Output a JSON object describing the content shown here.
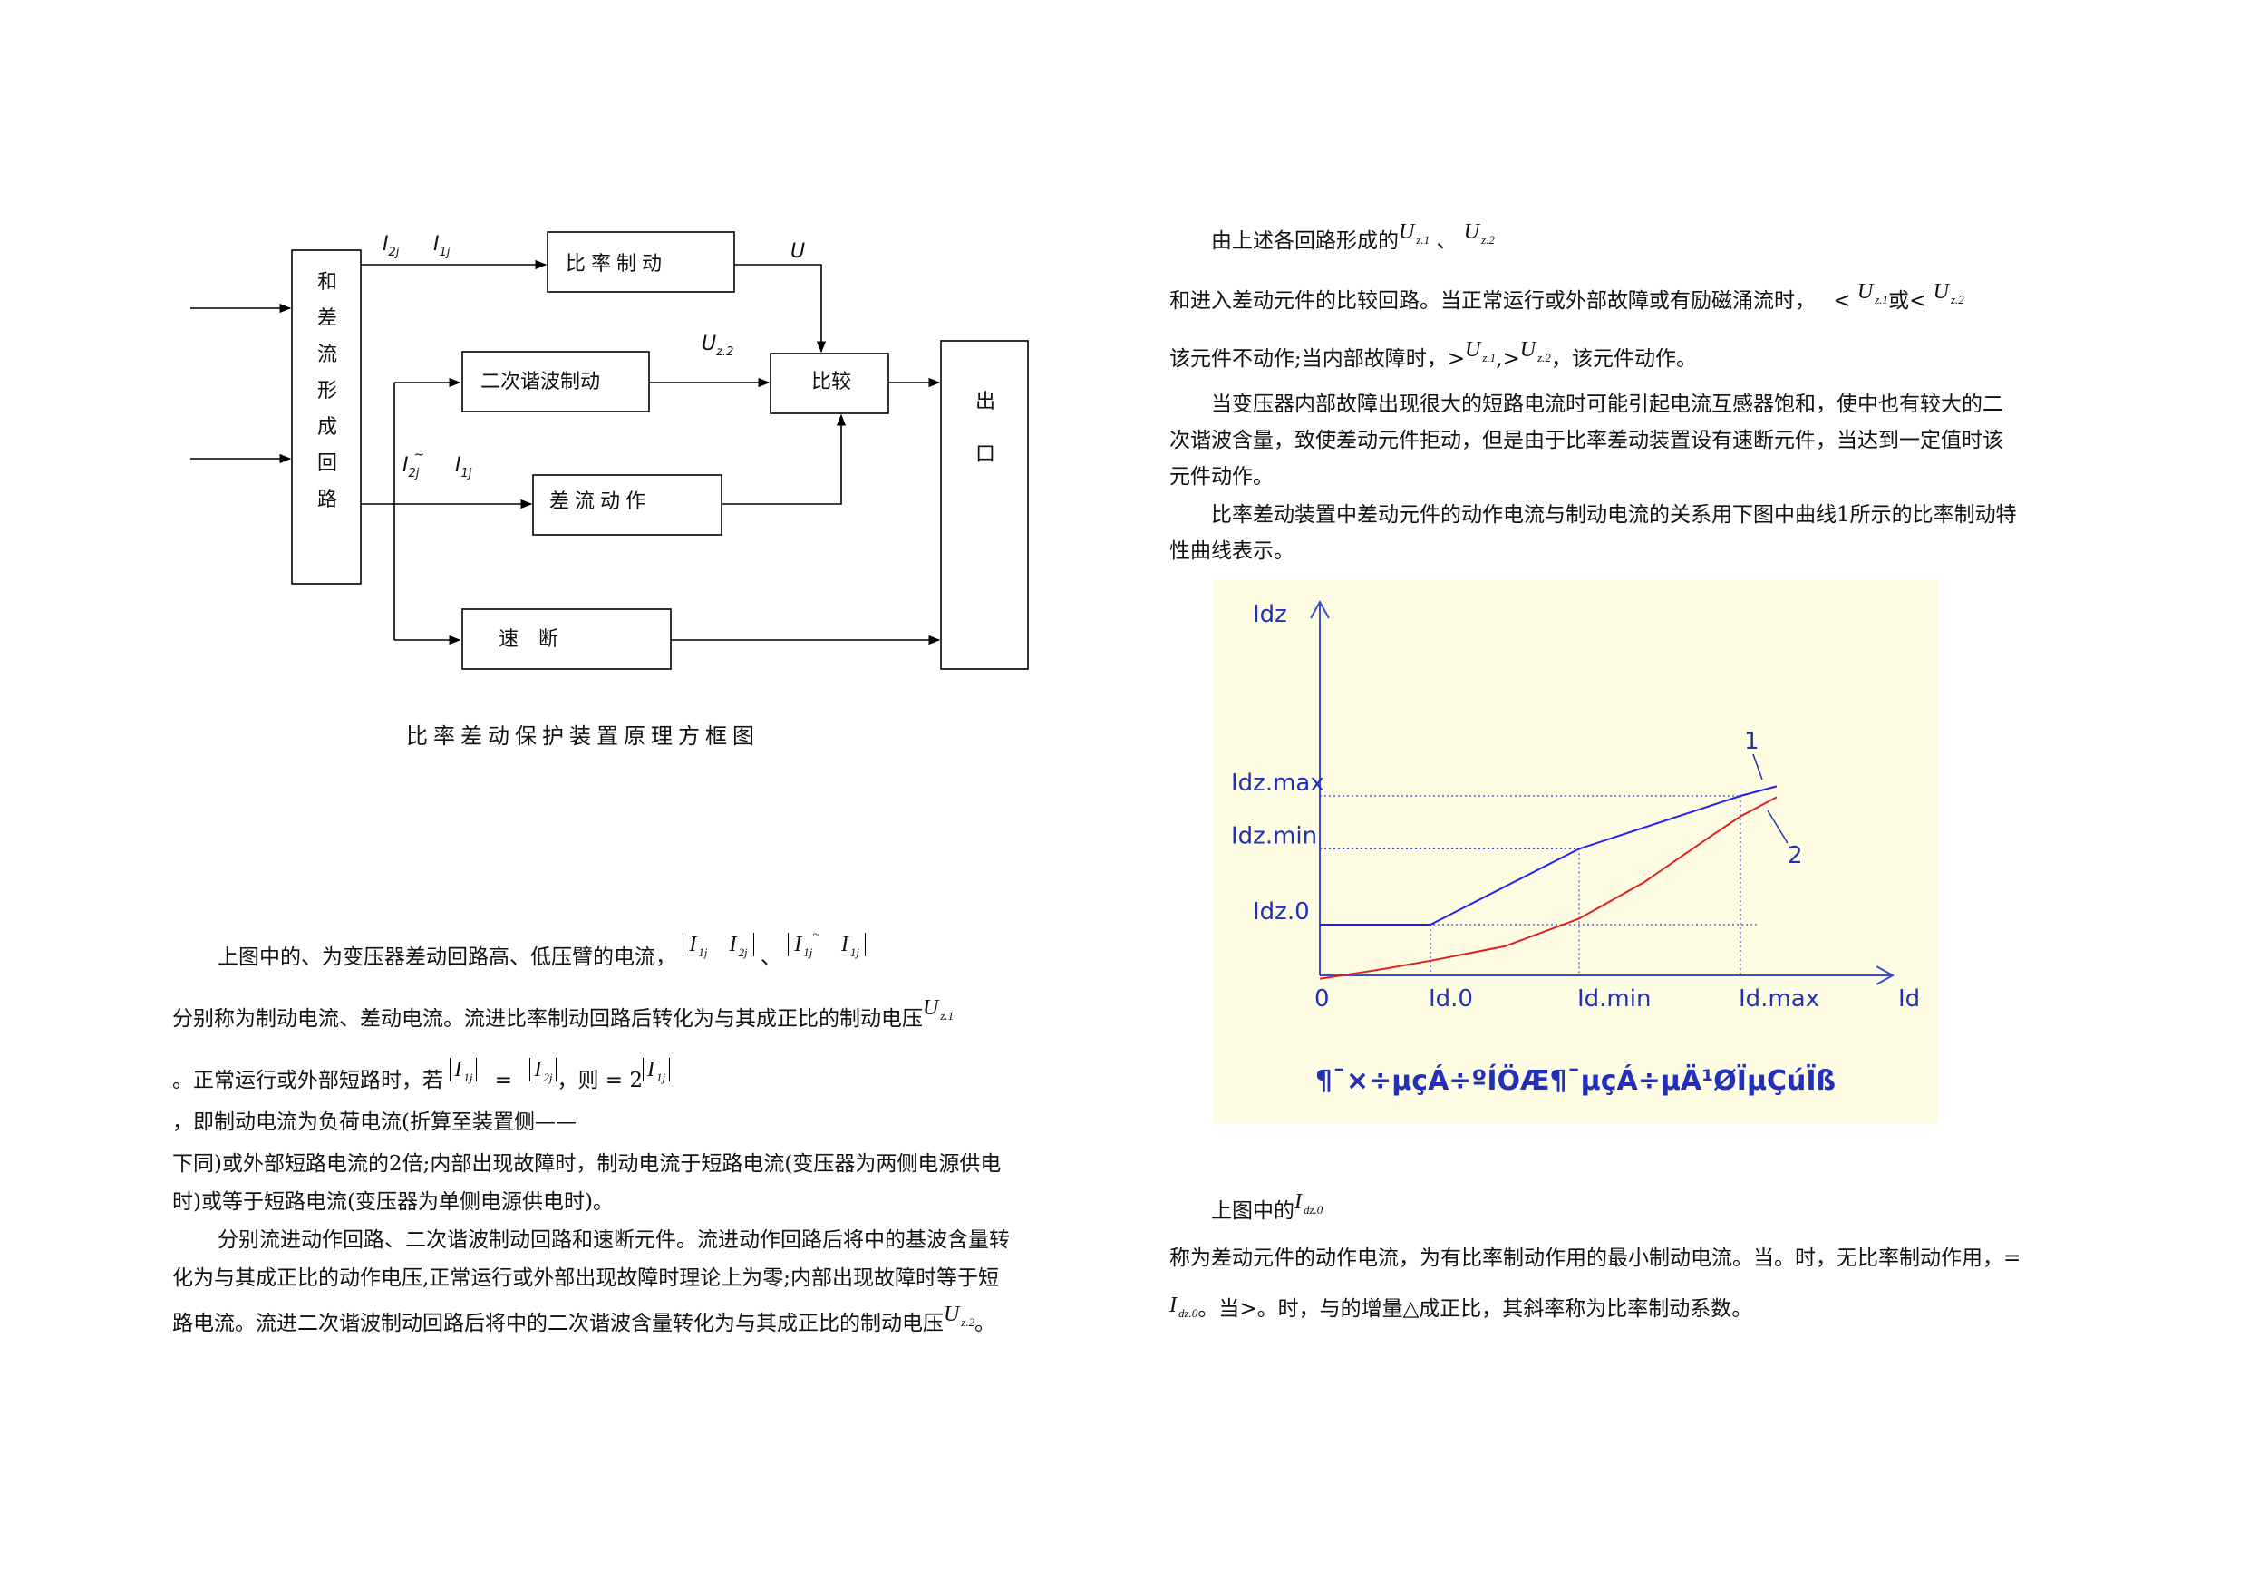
{
  "block_diagram": {
    "labels": {
      "he_cha_liu": "和差流形成回路",
      "bilv_zhidong": "比率制动",
      "erci_xiebo": "二次谐波制动",
      "bijiao": "比较",
      "chadong_dongzuo": "差流动作",
      "sudu_duan": "速　断",
      "chukou": "出口"
    },
    "signals": {
      "i2j": "I",
      "i2j_sub": "2j",
      "i1j": "I",
      "i1j_sub": "1j",
      "u_top": "U",
      "uz2": "U",
      "uz2_sub": "z.2",
      "i2j_b": "I",
      "i2j_b_sub": "2j",
      "i2j_b_tilde": "~",
      "i1j_b": "I",
      "i1j_b_sub": "1j"
    },
    "caption": "比率差动保护装置原理方框图"
  },
  "left_text": {
    "p1": "上图中的、为变压器差动回路高、低压臂的电流，",
    "p1_sep": "、",
    "abs1_a": "I",
    "abs1_a_sub": "1j",
    "abs1_b": "I",
    "abs1_b_sub": "2j",
    "abs2_a": "I",
    "abs2_a_sub": "1j",
    "abs2_tilde": "~",
    "abs2_b": "I",
    "abs2_b_sub": "1j",
    "p2": "分别称为制动电流、差动电流。流进比率制动回路后转化为与其成正比的制动电压",
    "p2_u": "U",
    "p2_u_sub": "z.1",
    "p3_a": "。正常运行或外部短路时，若",
    "p3_eq": "=",
    "p3_b": "，则 = 2",
    "p3_i1": "I",
    "p3_i1_sub": "1j",
    "p3_i2": "I",
    "p3_i2_sub": "2j",
    "p3_i3": "I",
    "p3_i3_sub": "1j",
    "p4": "，即制动电流为负荷电流(折算至装置侧——",
    "p5": "下同)或外部短路电流的2倍;内部出现故障时，制动电流于短路电流(变压器为两侧电源供电",
    "p6": "时)或等于短路电流(变压器为单侧电源供电时)。",
    "p7": "分别流进动作回路、二次谐波制动回路和速断元件。流进动作回路后将中的基波含量转",
    "p8": "化为与其成正比的动作电压,正常运行或外部出现故障时理论上为零;内部出现故障时等于短",
    "p9": "路电流。流进二次谐波制动回路后将中的二次谐波含量转化为与其成正比的制动电压",
    "p9_u": "U",
    "p9_u_sub": "z.2",
    "p9_end": "。"
  },
  "right_text": {
    "r1": "由上述各回路形成的",
    "r1_u1": "U",
    "r1_u1_sub": "z.1",
    "r1_sep": "、",
    "r1_u2": "U",
    "r1_u2_sub": "z.2",
    "r2": "和进入差动元件的比较回路。当正常运行或外部故障或有励磁涌流时，",
    "r2_lt": "<",
    "r2_u1": "U",
    "r2_u1_sub": "z.1",
    "r2_or": "或<",
    "r2_u2": "U",
    "r2_u2_sub": "z.2",
    "r3_a": "该元件不动作;当内部故障时，",
    "r3_gt1": ">",
    "r3_u1": "U",
    "r3_u1_sub": "z.1",
    "r3_comma": ",",
    "r3_gt2": ">",
    "r3_u2": "U",
    "r3_u2_sub": "z.2",
    "r3_b": "，该元件动作。",
    "r4": "当变压器内部故障出现很大的短路电流时可能引起电流互感器饱和，使中也有较大的二",
    "r5": "次谐波含量，致使差动元件拒动，但是由于比率差动装置设有速断元件，当达到一定值时该",
    "r6": "元件动作。",
    "r7": "比率差动装置中差动元件的动作电流与制动电流的关系用下图中曲线1所示的比率制动特",
    "r8": "性曲线表示。",
    "r9": "上图中的",
    "r9_i": "I",
    "r9_i_sub": "dz.0",
    "r10": "称为差动元件的动作电流，为有比率制动作用的最小制动电流。当。时，无比率制动作用，=",
    "r11_i": "I",
    "r11_i_sub": "dz.0",
    "r11": "。当>。时，与的增量△成正比，其斜率称为比率制动系数。"
  },
  "chart_data": {
    "type": "line",
    "title": "¶¯×÷µçÁ÷ºÍÖÆ¶¯µçÁ÷µÄ¹ØÏµÇúÏß",
    "xlabel": "Id",
    "ylabel": "Idz",
    "x_ticks": [
      "0",
      "Id.0",
      "Id.min",
      "Id.max"
    ],
    "y_ticks": [
      "Idz.0",
      "Idz.min",
      "Idz.max"
    ],
    "grid": false,
    "background": "#fefde4",
    "axis_color": "#3a4bd4",
    "series": [
      {
        "name": "1",
        "color": "#2222ee",
        "points": [
          [
            0,
            0.0
          ],
          [
            1,
            0.0
          ],
          [
            2,
            0.63
          ],
          [
            3,
            1.07
          ],
          [
            3.25,
            1.15
          ]
        ]
      },
      {
        "name": "2",
        "color": "#e02020",
        "points": [
          [
            0,
            -0.45
          ],
          [
            0.5,
            -0.38
          ],
          [
            1,
            -0.3
          ],
          [
            1.5,
            -0.18
          ],
          [
            2,
            0.05
          ],
          [
            2.4,
            0.35
          ],
          [
            2.8,
            0.72
          ],
          [
            3.0,
            0.9
          ],
          [
            3.25,
            1.06
          ]
        ]
      }
    ],
    "series_labels": [
      "1",
      "2"
    ],
    "guides": {
      "y_values": [
        0,
        0.63,
        1.07
      ],
      "x_values": [
        1,
        2,
        3
      ]
    }
  }
}
